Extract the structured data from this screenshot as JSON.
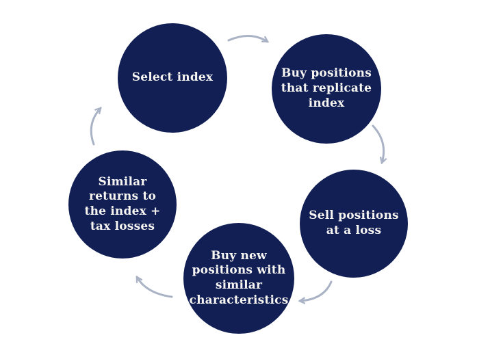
{
  "diagram": {
    "colors": {
      "background": "#ffffff",
      "circle_fill": "#121f55",
      "label_text": "#f6f5f1",
      "arrow": "#a9b3c5"
    },
    "steps": [
      {
        "id": "select-index",
        "label": "Select index"
      },
      {
        "id": "buy-replicate",
        "label": "Buy positions\nthat replicate\nindex"
      },
      {
        "id": "sell-loss",
        "label": "Sell positions\nat a loss"
      },
      {
        "id": "buy-new",
        "label": "Buy new\npositions with\nsimilar\ncharacteristics"
      },
      {
        "id": "similar-returns",
        "label": "Similar\nreturns to\nthe index +\ntax losses"
      }
    ]
  }
}
